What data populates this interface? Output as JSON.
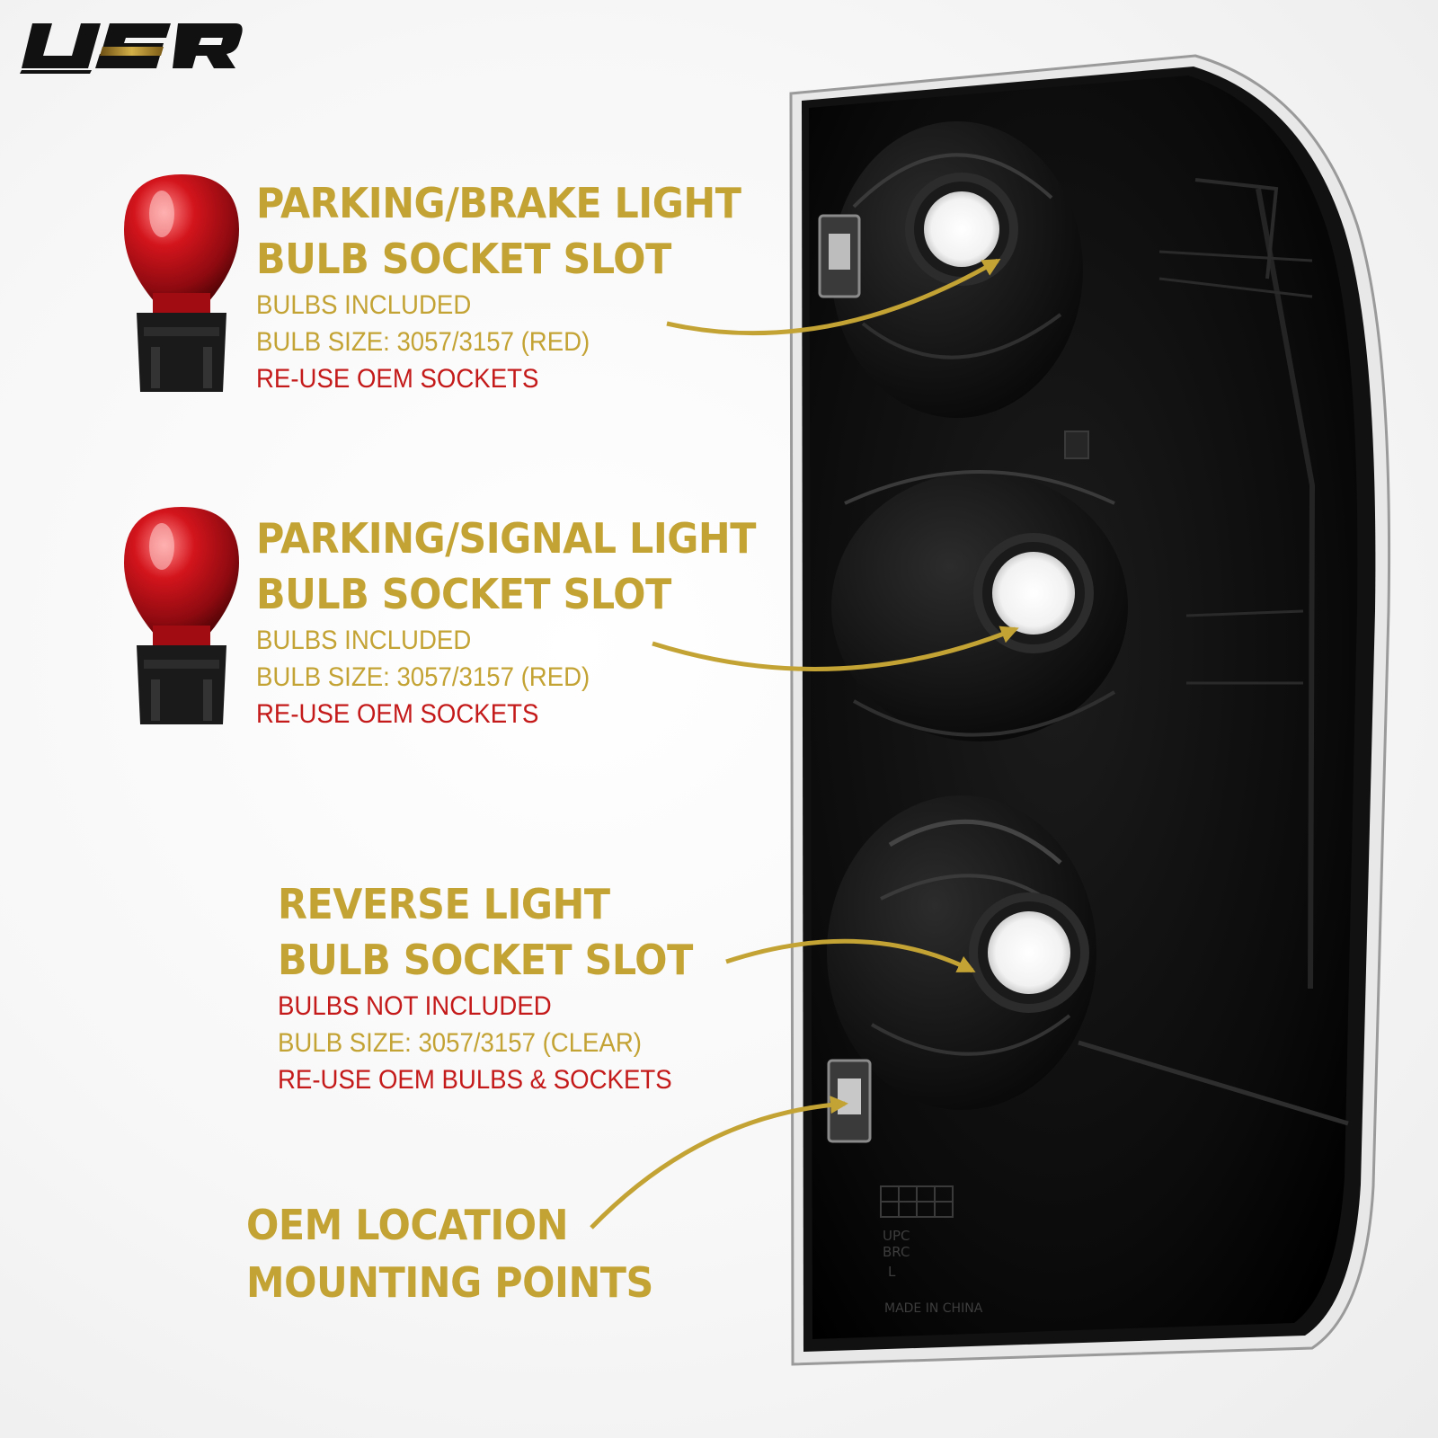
{
  "brand": {
    "logo_text": "USR",
    "colors": {
      "gold": "#c4a335",
      "red": "#c41a1a",
      "black": "#111111"
    }
  },
  "callouts": [
    {
      "title_lines": [
        "PARKING/BRAKE LIGHT",
        "BULB SOCKET SLOT"
      ],
      "details": [
        {
          "text": "BULBS INCLUDED",
          "tone": "gold"
        },
        {
          "text": "BULB SIZE: 3057/3157 (RED)",
          "tone": "gold"
        },
        {
          "text": "RE-USE OEM SOCKETS",
          "tone": "red"
        }
      ],
      "bulb_icon": "red-bulb-icon"
    },
    {
      "title_lines": [
        "PARKING/SIGNAL LIGHT",
        "BULB SOCKET SLOT"
      ],
      "details": [
        {
          "text": "BULBS INCLUDED",
          "tone": "gold"
        },
        {
          "text": "BULB SIZE: 3057/3157 (RED)",
          "tone": "gold"
        },
        {
          "text": "RE-USE OEM SOCKETS",
          "tone": "red"
        }
      ],
      "bulb_icon": "red-bulb-icon"
    },
    {
      "title_lines": [
        "REVERSE LIGHT",
        "BULB SOCKET SLOT"
      ],
      "details": [
        {
          "text": "BULBS NOT INCLUDED",
          "tone": "red"
        },
        {
          "text": "BULB SIZE: 3057/3157 (CLEAR)",
          "tone": "gold"
        },
        {
          "text": "RE-USE OEM BULBS & SOCKETS",
          "tone": "red"
        }
      ]
    },
    {
      "title_lines": [
        "OEM LOCATION",
        "MOUNTING POINTS"
      ],
      "details": []
    }
  ],
  "lamp_markings": {
    "made_in": "MADE IN CHINA",
    "codes": [
      "UPC",
      "BRC",
      "L"
    ]
  }
}
